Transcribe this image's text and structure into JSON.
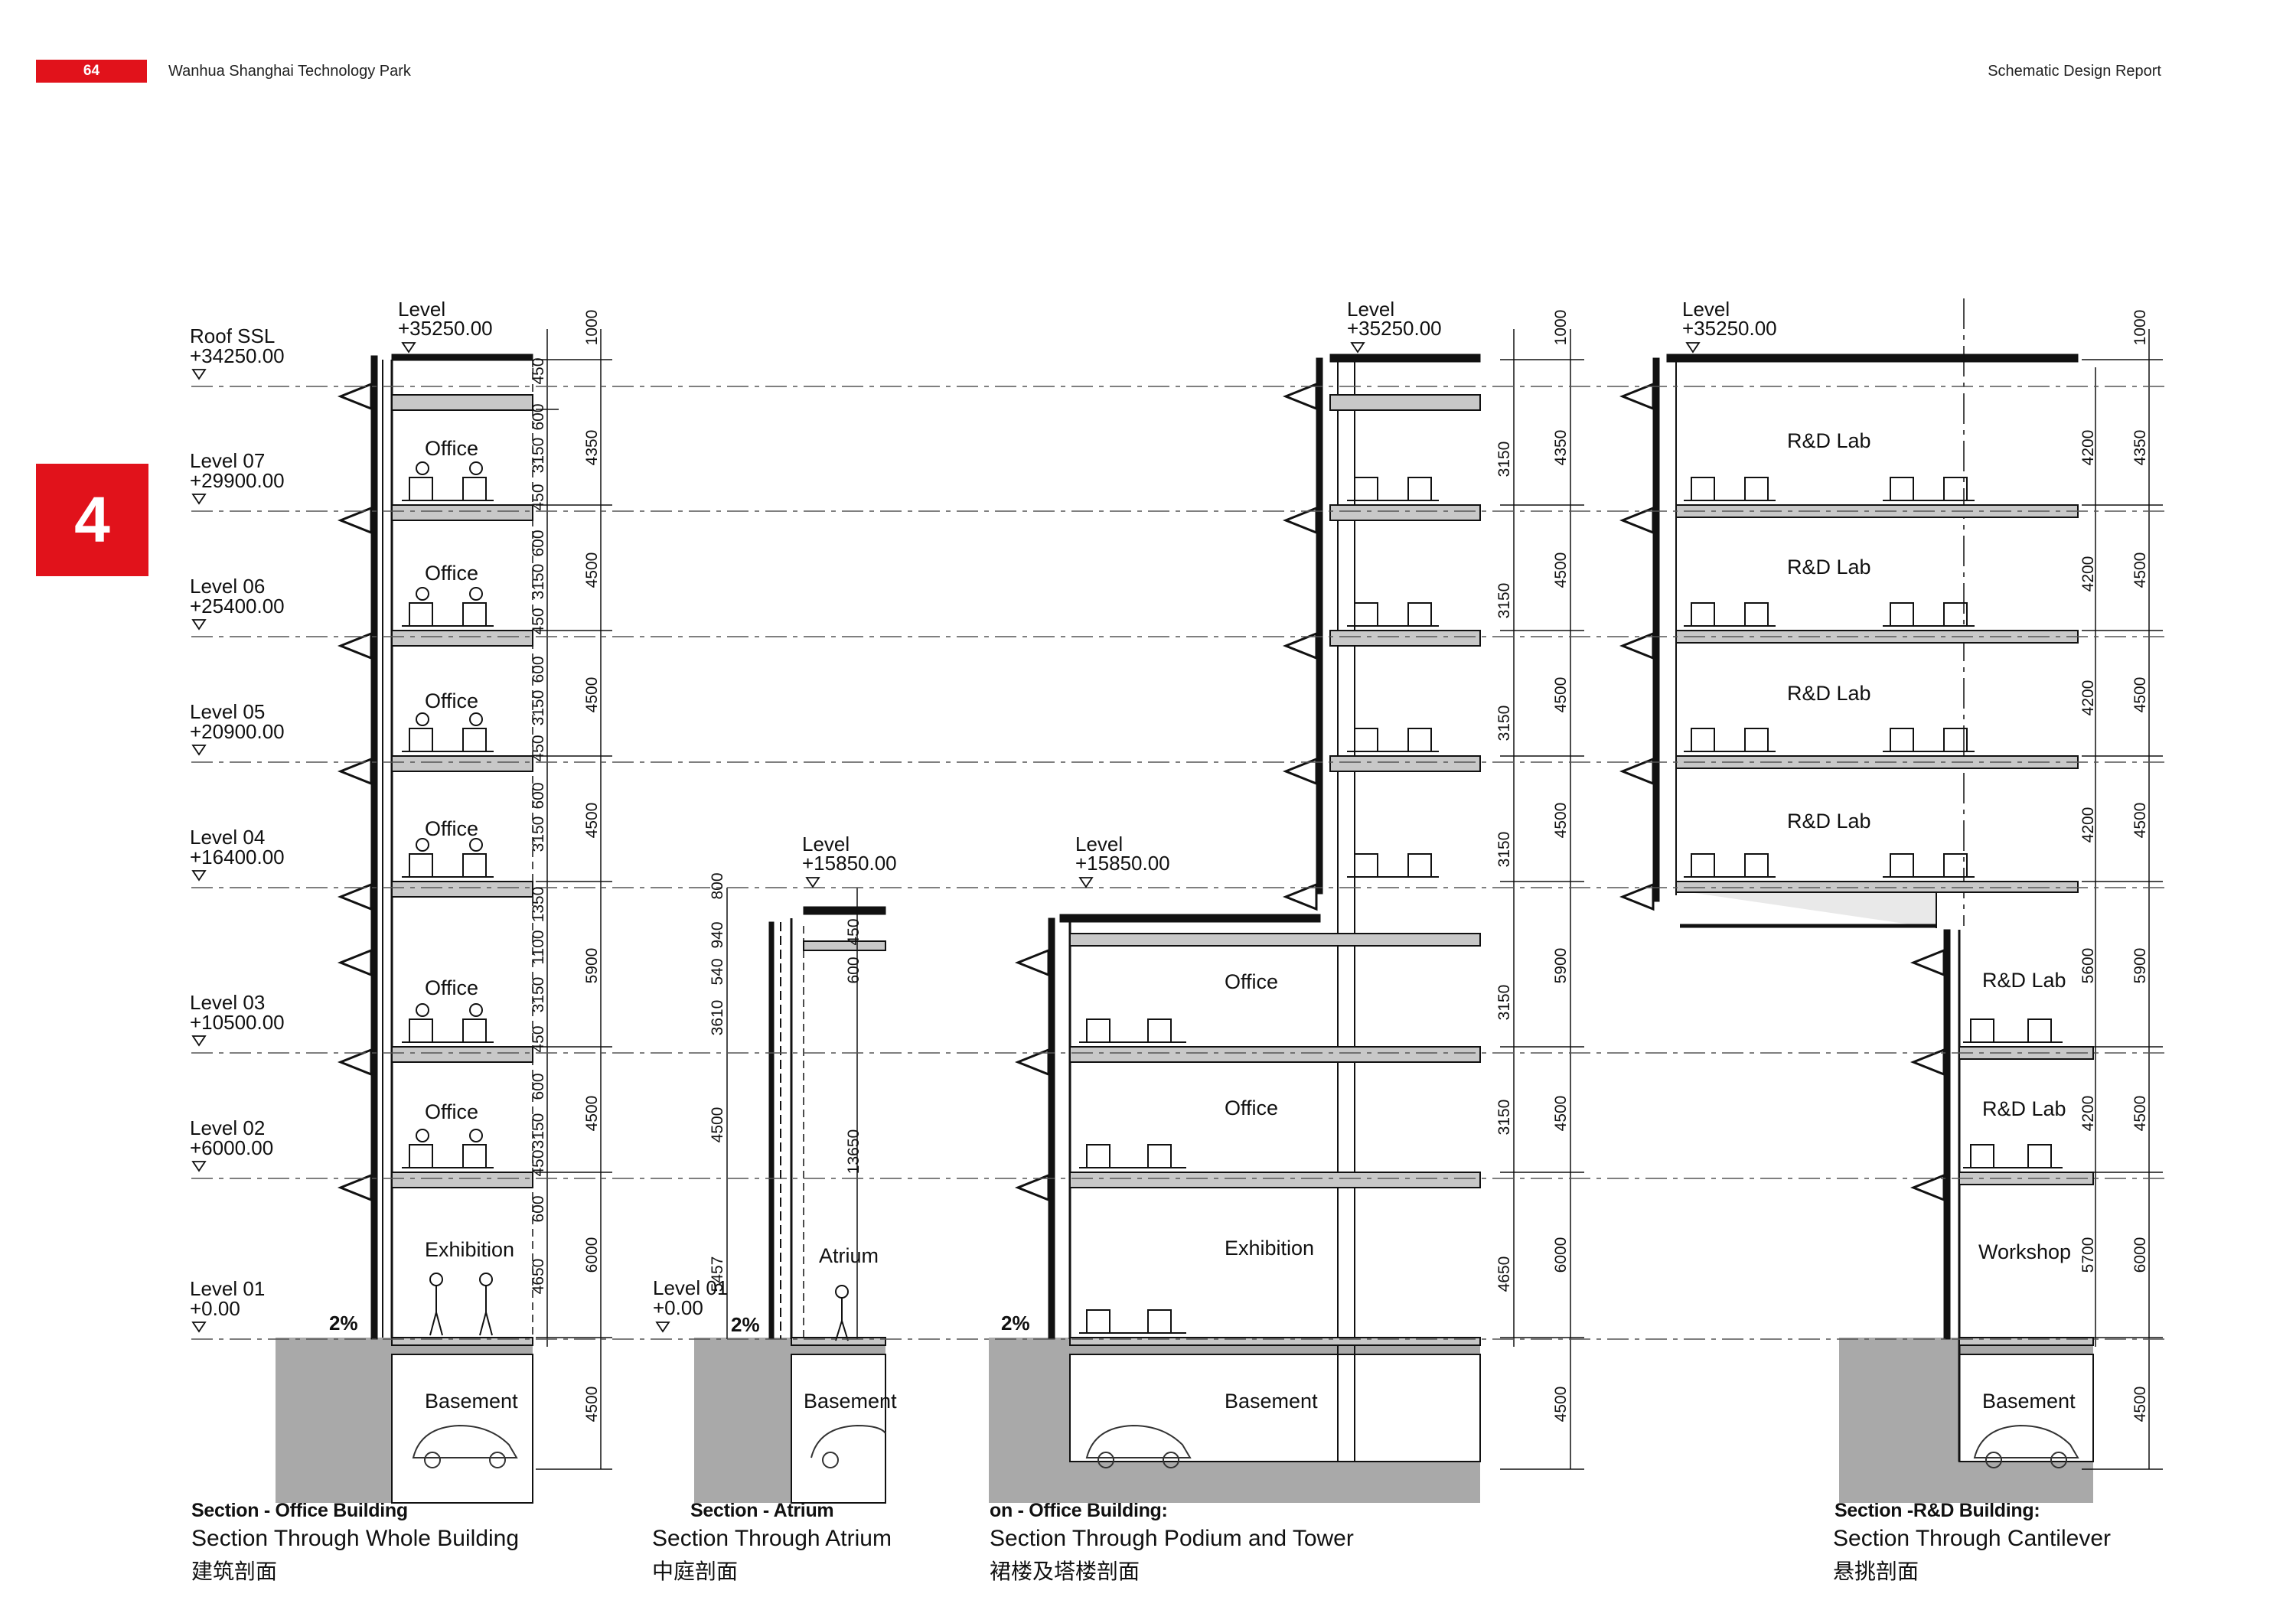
{
  "header": {
    "page_number": "64",
    "project_title": "Wanhua Shanghai Technology Park",
    "report_title": "Schematic Design Report"
  },
  "chapter": {
    "number": "4"
  },
  "levels": [
    {
      "name": "Roof SSL",
      "value": "+34250.00"
    },
    {
      "name": "Level 07",
      "value": "+29900.00"
    },
    {
      "name": "Level 06",
      "value": "+25400.00"
    },
    {
      "name": "Level 05",
      "value": "+20900.00"
    },
    {
      "name": "Level 04",
      "value": "+16400.00"
    },
    {
      "name": "Level 03",
      "value": "+10500.00"
    },
    {
      "name": "Level 02",
      "value": "+6000.00"
    },
    {
      "name": "Level 01",
      "value": "+0.00"
    }
  ],
  "top_levels": {
    "tower": {
      "name": "Level",
      "value": "+35250.00"
    },
    "podium": {
      "name": "Level",
      "value": "+15850.00"
    }
  },
  "slope": "2%",
  "rooms": {
    "office": "Office",
    "exhibition": "Exhibition",
    "basement": "Basement",
    "atrium": "Atrium",
    "rnd_lab": "R&D Lab",
    "workshop": "Workshop"
  },
  "dimensions": {
    "office_outer": [
      "1000",
      "4350",
      "4500",
      "4500",
      "4500",
      "5900",
      "4500",
      "6000",
      "4500"
    ],
    "office_inner": [
      "450",
      "600",
      "3150",
      "450",
      "600",
      "3150",
      "450",
      "600",
      "3150",
      "450",
      "600",
      "3150",
      "1350",
      "1100",
      "3150",
      "450",
      "600",
      "3150",
      "450",
      "600",
      "4650"
    ],
    "atrium_left": [
      "800",
      "940",
      "540",
      "3610",
      "4500",
      "5457"
    ],
    "atrium_inner": [
      "450",
      "600",
      "13650"
    ],
    "podium_inner": [
      "3150",
      "3150",
      "3150",
      "3150",
      "3150",
      "3150",
      "4650"
    ],
    "podium_outer": [
      "1000",
      "4350",
      "4500",
      "4500",
      "4500",
      "5900",
      "4500",
      "6000",
      "4500"
    ],
    "rnd_inner": [
      "4200",
      "4200",
      "4200",
      "4200",
      "5600",
      "4200",
      "5700"
    ],
    "rnd_outer": [
      "1000",
      "4350",
      "4500",
      "4500",
      "4500",
      "5900",
      "4500",
      "6000",
      "4500"
    ]
  },
  "captions": [
    {
      "title": "Section -  Office Building",
      "subtitle": "Section Through Whole Building",
      "chinese": "建筑剖面"
    },
    {
      "title": "Section - Atrium",
      "subtitle": "Section Through Atrium",
      "chinese": "中庭剖面"
    },
    {
      "title": "on - Office Building:",
      "subtitle": "Section Through Podium and Tower",
      "chinese": "裙楼及塔楼剖面"
    },
    {
      "title": "Section -R&D Building:",
      "subtitle": "Section Through Cantilever",
      "chinese": "悬挑剖面"
    }
  ],
  "colors": {
    "accent_red": "#e1121b",
    "ground_gray": "#a9a9a9",
    "slab_gray": "#c8c8c8",
    "line_dark": "#111111"
  }
}
